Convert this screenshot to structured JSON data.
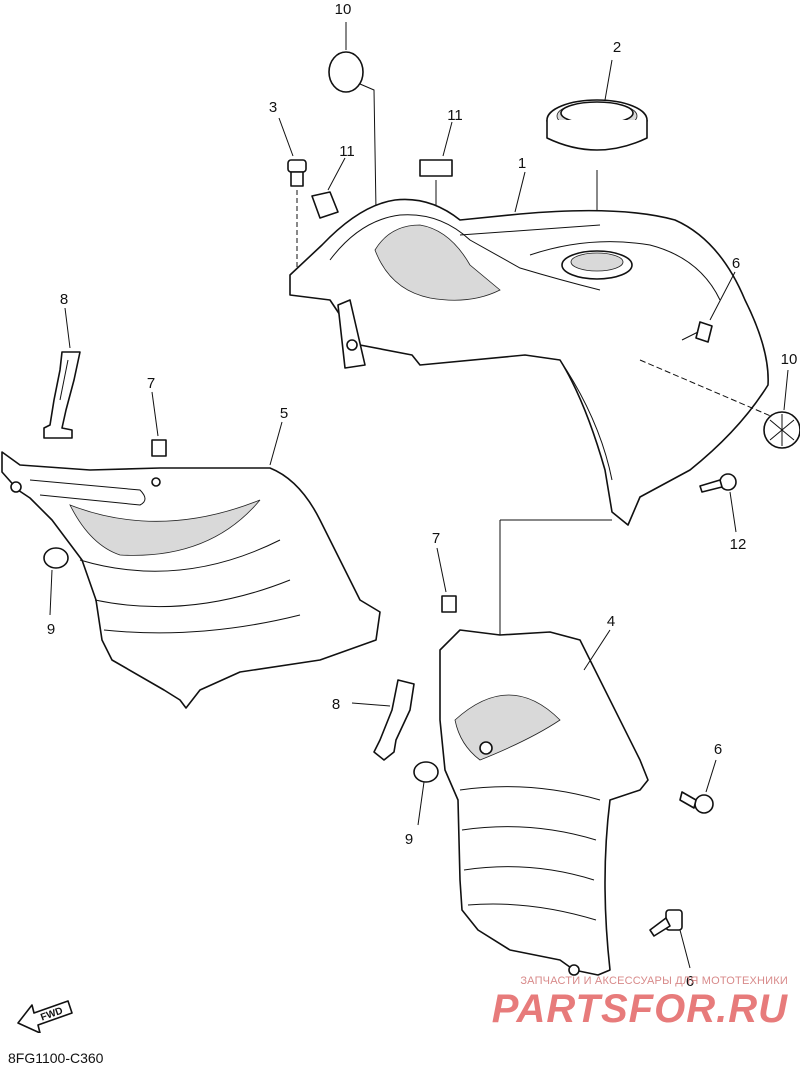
{
  "diagram": {
    "code": "8FG1100-C360",
    "fwd_label": "FWD",
    "callouts": {
      "c1": "1",
      "c2": "2",
      "c3": "3",
      "c4": "4",
      "c5": "5",
      "c6a": "6",
      "c6b": "6",
      "c6c": "6",
      "c7a": "7",
      "c7b": "7",
      "c8a": "8",
      "c8b": "8",
      "c9a": "9",
      "c9b": "9",
      "c10a": "10",
      "c10b": "10",
      "c11a": "11",
      "c11b": "11",
      "c12": "12"
    }
  },
  "watermark": {
    "tagline": "ЗАПЧАСТИ И АКСЕССУАРЫ ДЛЯ МОТОТЕХНИКИ",
    "logo": "PARTSFOR.RU",
    "color": "#e25b5b"
  }
}
